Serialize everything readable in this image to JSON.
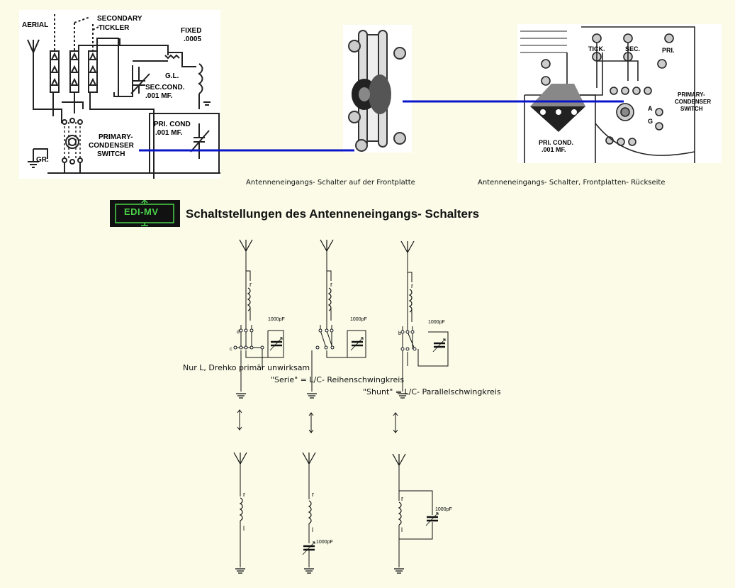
{
  "schematic_left": {
    "aerial": "AERIAL",
    "secondary": "SECONDARY",
    "tickler": "TICKLER",
    "fixed": "FIXED",
    "fixed_value": ".0005",
    "gl": "G.L.",
    "sec_cond": "SEC.COND.",
    "sec_cond_value": ".001 MF.",
    "primary_condenser_switch": [
      "PRIMARY-",
      "CONDENSER",
      "SWITCH"
    ],
    "pri_cond": "PRI. COND",
    "pri_cond_value": ".001 MF.",
    "gr": "GR."
  },
  "schematic_right": {
    "tick": "TICK.",
    "sec": "SEC.",
    "pri": "PRI.",
    "primary_condenser_switch": [
      "PRIMARY-",
      "CONDENSER",
      "SWITCH"
    ],
    "a": "A",
    "g": "G",
    "pri_cond": "PRI. COND.",
    "pri_cond_value": ".001 MF."
  },
  "captions": {
    "front": "Antenneneingangs- Schalter auf der Frontplatte",
    "rear": "Antenneneingangs- Schalter, Frontplatten- Rückseite"
  },
  "logo": "EDI-MV",
  "title": "Schaltstellungen des Antenneneingangs- Schalters",
  "circuits": {
    "r": "r",
    "l": "l",
    "cap": "1000pF",
    "c": "c",
    "b": "b",
    "d": "d"
  },
  "notes": {
    "only_l": "Nur L, Drehko primär unwirksam",
    "serie": "\"Serie\" = L/C- Reihenschwingkreis",
    "shunt": "\"Shunt\" = L/C- Parallelschwingkreis"
  },
  "colors": {
    "background": "#fbfbe8",
    "connector": "#0a14c8",
    "logo_text": "#4ad24a"
  }
}
